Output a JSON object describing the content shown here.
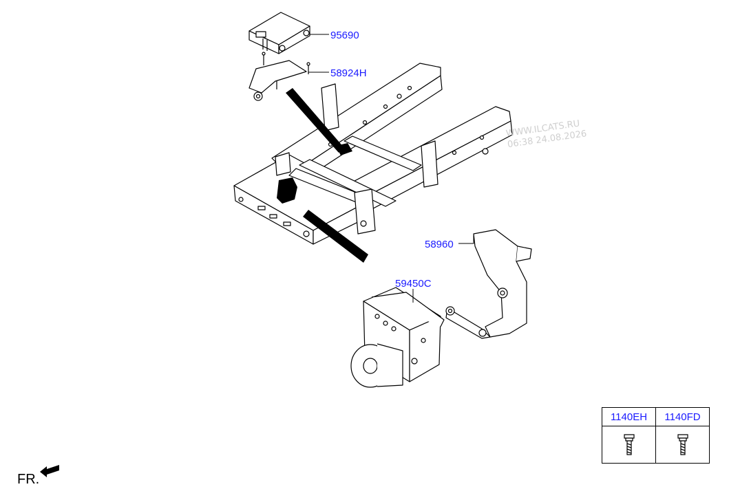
{
  "callouts": {
    "sensor": "95690",
    "sensor_bracket": "58924H",
    "abs_bracket": "58960",
    "abs_unit": "59450C"
  },
  "watermark": {
    "line1": "WWW.ILCATS.RU",
    "line2": "06:38 24.08.2026"
  },
  "parts_table": {
    "col1": "1140EH",
    "col2": "1140FD"
  },
  "front_label": "FR.",
  "colors": {
    "callout_text": "#1a1aff",
    "line": "#000000",
    "watermark": "#cfcfcf"
  }
}
